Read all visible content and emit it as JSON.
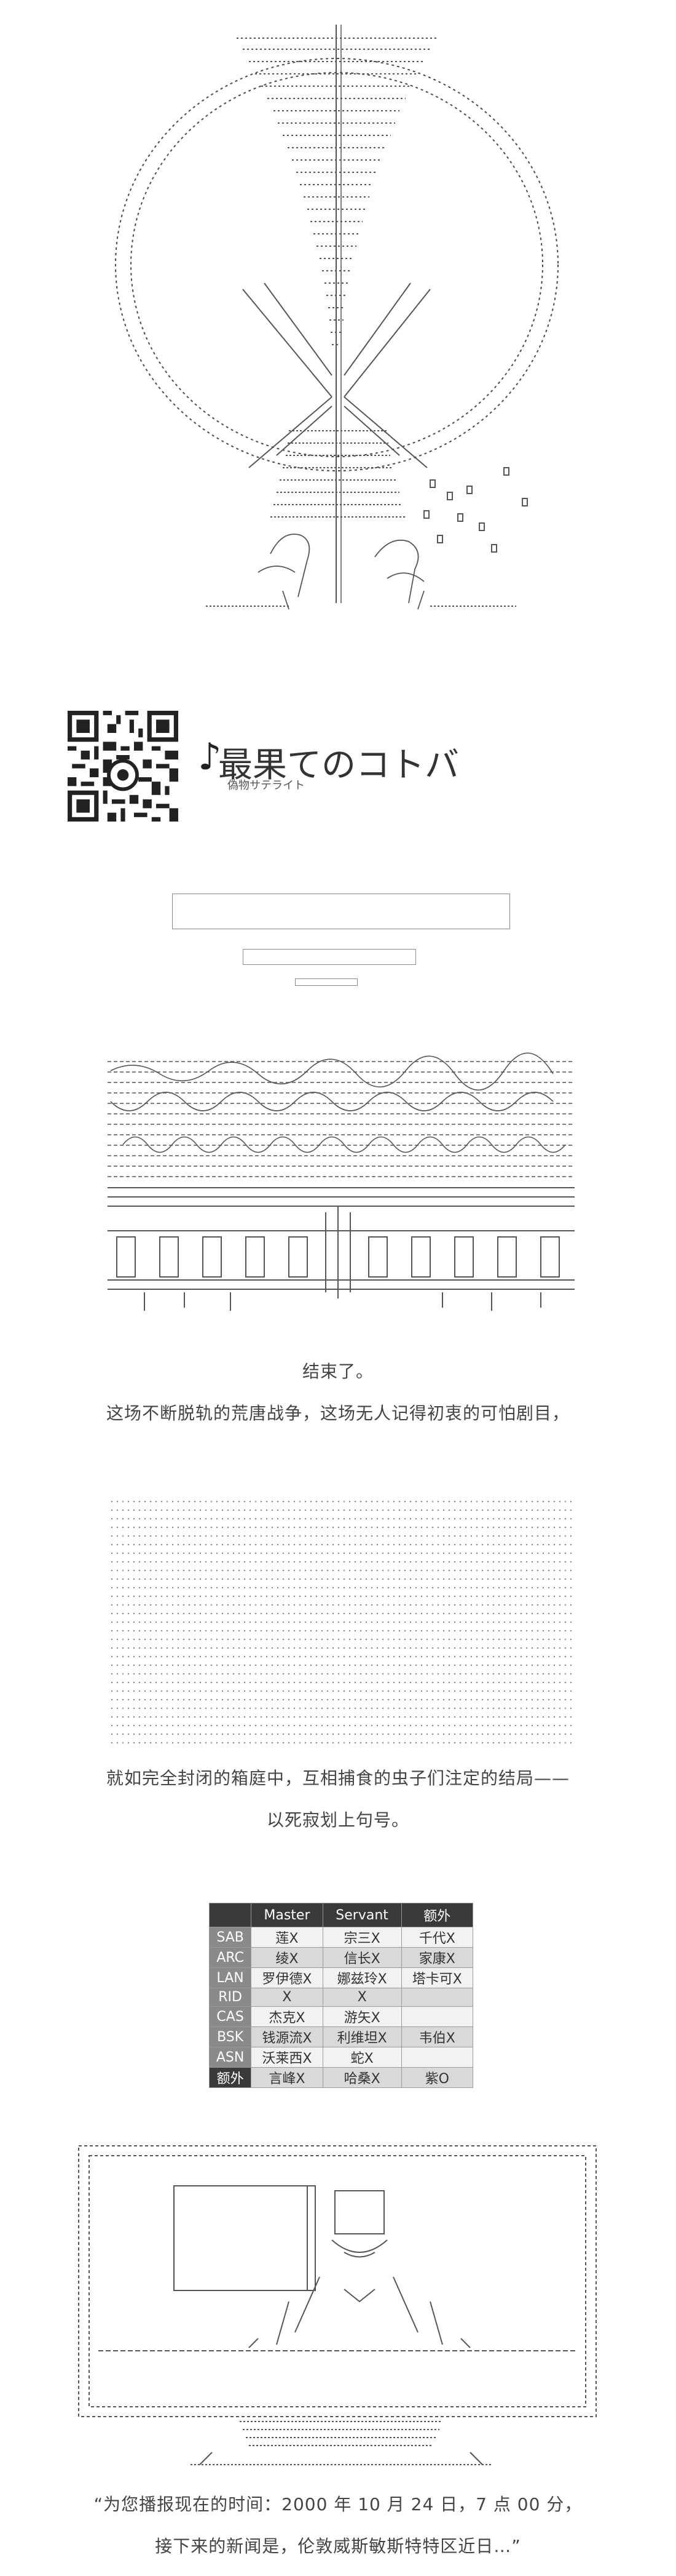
{
  "song": {
    "note_icon": "music-note-icon",
    "title": "最果てのコトバ",
    "artist": "偽物サテライト"
  },
  "captions": {
    "line1": "结束了。",
    "line2": "这场不断脱轨的荒唐战争，这场无人记得初衷的可怕剧目，",
    "line3": "就如完全封闭的箱庭中，互相捕食的虫子们注定的结局——",
    "line4": "以死寂划上句号。",
    "line5": "“为您播报现在的时间：2000 年 10 月 24 日，7 点 00 分，",
    "line6": "接下来的新闻是，伦敦威斯敏斯特特区近日…”"
  },
  "roster": {
    "headers": [
      "",
      "Master",
      "Servant",
      "额外"
    ],
    "rows": [
      [
        "SAB",
        "莲X",
        "宗三X",
        "千代X"
      ],
      [
        "ARC",
        "绫X",
        "信长X",
        "家康X"
      ],
      [
        "LAN",
        "罗伊德X",
        "娜兹玲X",
        "塔卡可X"
      ],
      [
        "RID",
        "X",
        "X",
        ""
      ],
      [
        "CAS",
        "杰克X",
        "游矢X",
        ""
      ],
      [
        "BSK",
        "钱源流X",
        "利维坦X",
        "韦伯X"
      ],
      [
        "ASN",
        "沃莱西X",
        "蛇X",
        ""
      ],
      [
        "额外",
        "言峰X",
        "哈桑X",
        "紫O"
      ]
    ]
  },
  "colors": {
    "art_stroke": "#4a4a4a",
    "table_header": "#3a3a3a",
    "table_rowhead": "#8a8a8a"
  }
}
